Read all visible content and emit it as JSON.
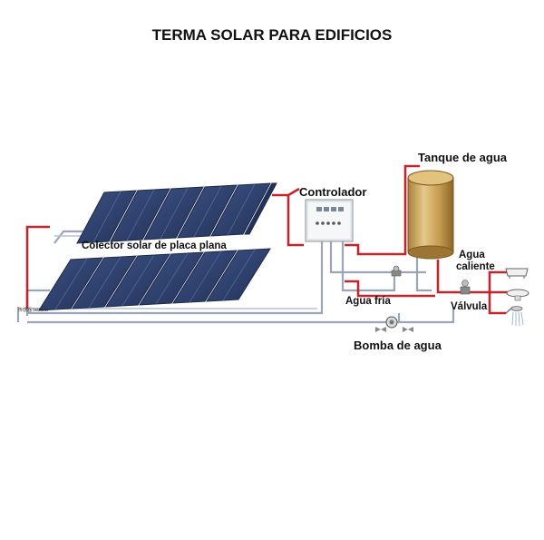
{
  "title": "TERMA SOLAR PARA EDIFICIOS",
  "labels": {
    "collector": "Colector solar de placa plana",
    "controller": "Controlador",
    "tank": "Tanque de agua",
    "hot_water_line1": "Agua",
    "hot_water_line2": "caliente",
    "cold_water": "Agua fría",
    "valve": "Válvula",
    "pump": "Bomba de agua",
    "sensor": "sensor",
    "sensor_tag": "传感器"
  },
  "colors": {
    "hot_pipe": "#c0262b",
    "cold_pipe": "#9aa6b8",
    "panel": "#2e3f68",
    "tank": "#c9a45a",
    "controller": "#e9ecef"
  },
  "icons": [
    "solar-panel-icon",
    "controller-box-icon",
    "water-tank-icon",
    "pump-icon",
    "valve-icon",
    "bathtub-icon",
    "sink-icon",
    "shower-icon"
  ]
}
